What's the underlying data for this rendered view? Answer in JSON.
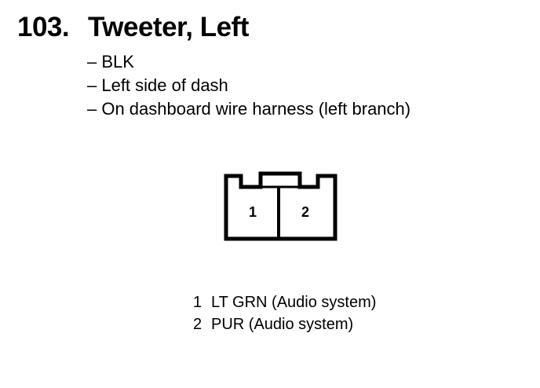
{
  "heading": {
    "number": "103.",
    "name": "Tweeter, Left"
  },
  "details": [
    "– BLK",
    "– Left side of dash",
    "– On dashboard wire harness (left branch)"
  ],
  "connector": {
    "pin_labels": [
      "1",
      "2"
    ]
  },
  "pins": [
    {
      "number": "1",
      "description": "LT GRN (Audio system)"
    },
    {
      "number": "2",
      "description": "PUR (Audio system)"
    }
  ]
}
